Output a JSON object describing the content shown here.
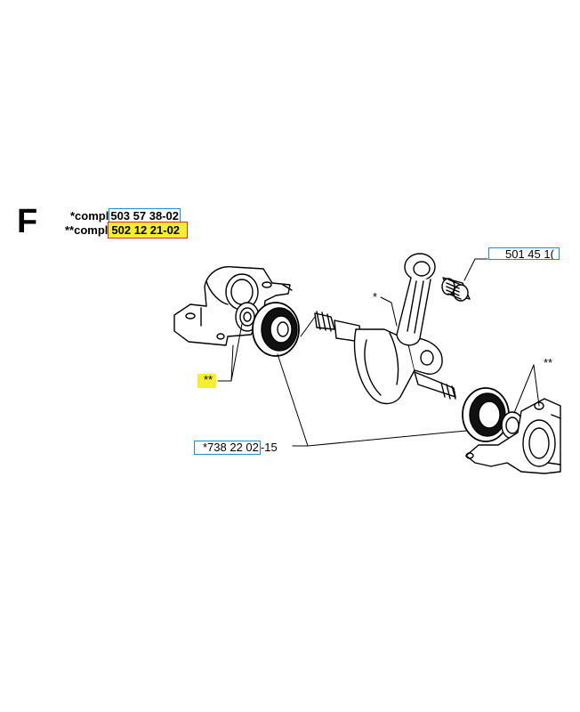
{
  "section": "F",
  "kits": [
    {
      "prefix": "*compl",
      "number": "503 57 38-02"
    },
    {
      "prefix": "**compl",
      "number": "502 12 21-02"
    }
  ],
  "callouts": {
    "needle_bearing": "501 45 1(",
    "crankshaft_marker": "*",
    "right_bearing_marker": "**",
    "left_seal_marker": "**",
    "bearing_part_main": "*738 22 02",
    "bearing_part_suffix": "-15"
  },
  "colors": {
    "highlight": "#f7ee30",
    "box_cyan": "#1b8fd6",
    "box_red": "#d03030"
  }
}
